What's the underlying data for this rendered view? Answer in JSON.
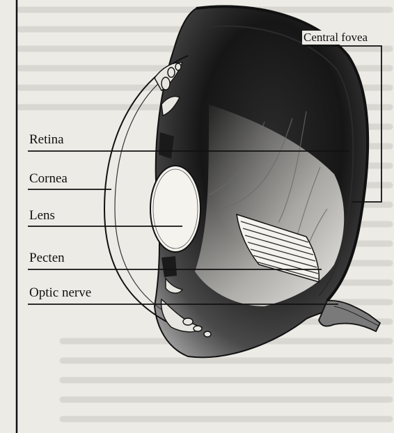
{
  "labels": {
    "central_fovea": "Central fovea",
    "retina": "Retina",
    "cornea": "Cornea",
    "lens": "Lens",
    "pecten": "Pecten",
    "optic_nerve": "Optic nerve"
  },
  "colors": {
    "paper": "#ecebe6",
    "ink": "#111111",
    "bleed_text": "#b8b6b0"
  }
}
